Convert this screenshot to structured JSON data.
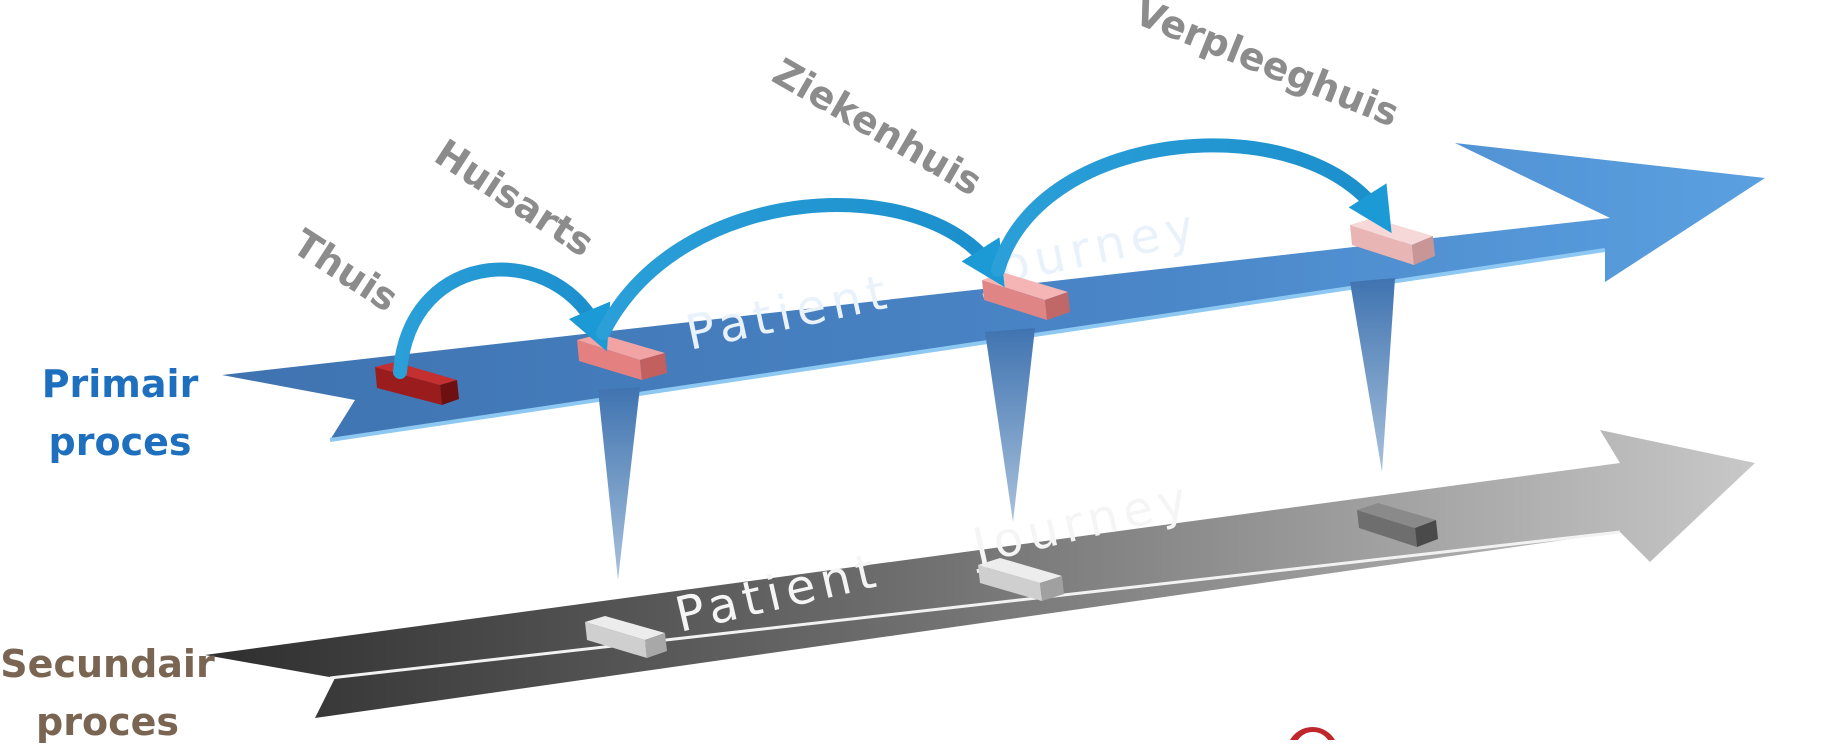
{
  "labels": {
    "primary": [
      "Primair",
      "proces"
    ],
    "secondary": [
      "Secundair",
      "proces"
    ]
  },
  "band_text": {
    "primary": [
      "Patient",
      "Journey"
    ],
    "secondary": [
      "Patient",
      "Journey"
    ]
  },
  "stages": [
    "Thuis",
    "Huisarts",
    "Ziekenhuis",
    "Verpleeghuis"
  ],
  "colors": {
    "primary_label": "#1f6fbf",
    "secondary_label": "#7a6552",
    "stage_text": "#8c8c8c",
    "primary_arrow": "#4a86c8",
    "secondary_arrow": "#8a8a8a",
    "hop_arrow": "#1fa3dc",
    "block_start": "#9b1c1c",
    "block_mid": "#e58080",
    "block_end": "#f1c4c4",
    "secondary_block": "#cfcfcf"
  }
}
